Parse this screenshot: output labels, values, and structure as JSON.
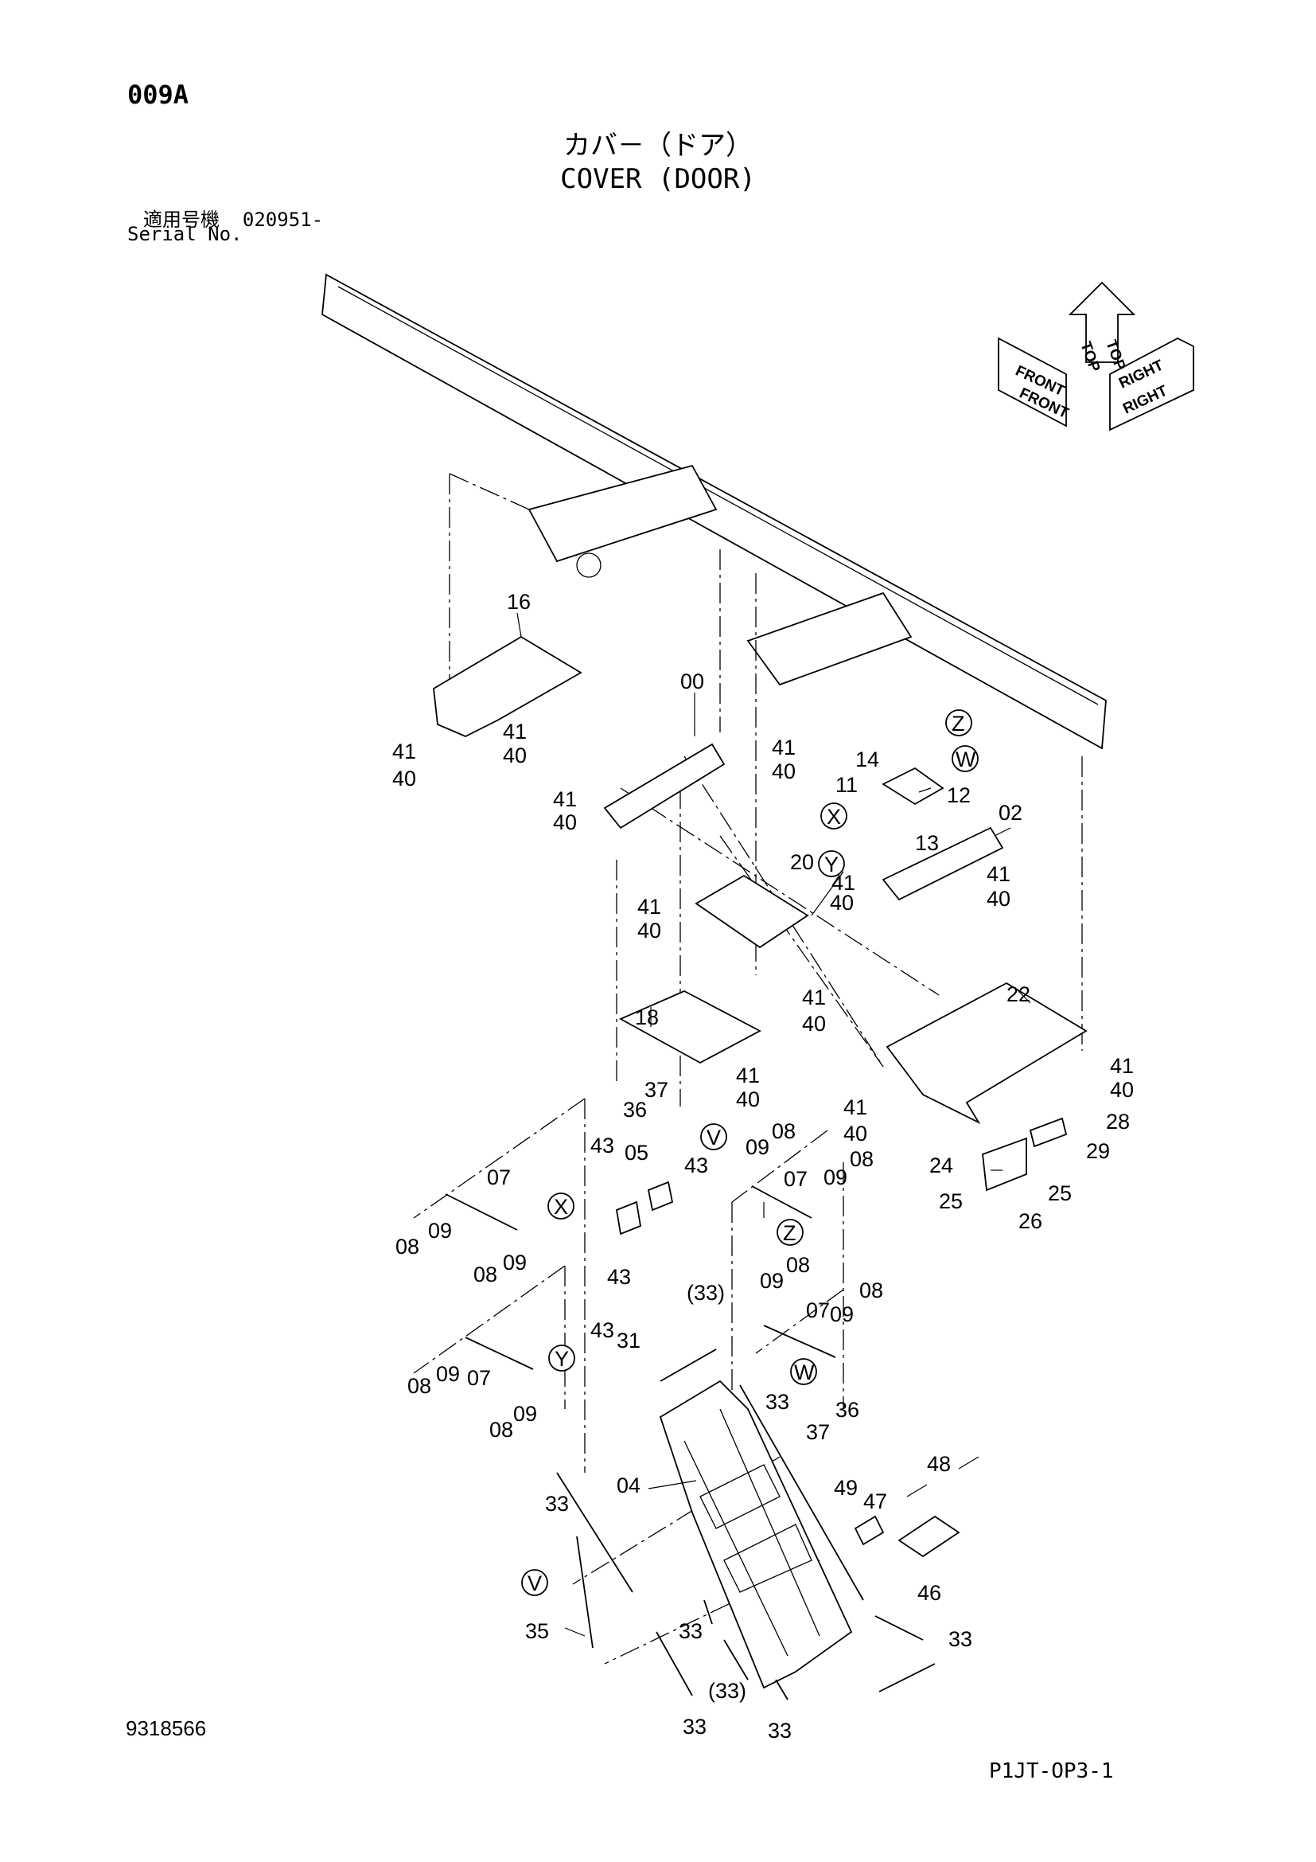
{
  "header": {
    "page_code": "009A",
    "title_jp": "カバ－（ドア）",
    "title_en": "COVER (DOOR)",
    "serial_label_jp": "適用号機",
    "serial_range": "020951-",
    "serial_label_en": "Serial No."
  },
  "footer": {
    "ref_number": "9318566",
    "sheet_code": "P1JT-OP3-1"
  },
  "orientation_indicator": {
    "labels": [
      "FRONT",
      "FRONT",
      "TOP",
      "TOP",
      "RIGHT",
      "RIGHT"
    ]
  },
  "callouts": [
    "16",
    "00",
    "41",
    "40",
    "41",
    "40",
    "41",
    "40",
    "41",
    "40",
    "41",
    "40",
    "14",
    "11",
    "12",
    "13",
    "02",
    "41",
    "40",
    "20",
    "41",
    "40",
    "41",
    "40",
    "18",
    "41",
    "40",
    "37",
    "36",
    "22",
    "41",
    "40",
    "41",
    "40",
    "28",
    "29",
    "24",
    "25",
    "25",
    "26",
    "43",
    "05",
    "43",
    "43",
    "07",
    "09",
    "08",
    "08",
    "09",
    "09",
    "08",
    "07",
    "09",
    "08",
    "(33)",
    "09",
    "08",
    "07",
    "09",
    "08",
    "43",
    "31",
    "08",
    "09",
    "07",
    "09",
    "08",
    "33",
    "37",
    "36",
    "48",
    "49",
    "47",
    "04",
    "33",
    "46",
    "35",
    "33",
    "33",
    "(33)",
    "33",
    "33"
  ],
  "detail_markers": [
    "Z",
    "W",
    "X",
    "Y",
    "V",
    "Z",
    "X",
    "Y",
    "W",
    "V"
  ]
}
